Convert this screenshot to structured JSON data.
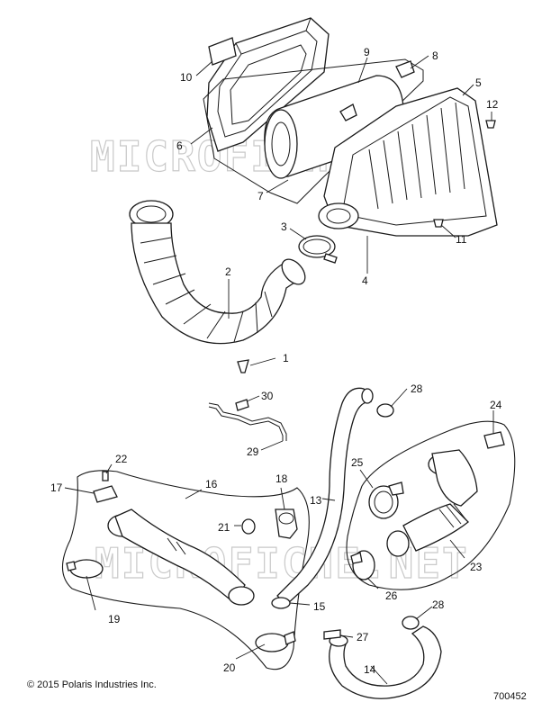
{
  "watermark": "MICROFICHE.NET",
  "copyright": "© 2015 Polaris Industries Inc.",
  "diagram_number": "700452",
  "callouts": {
    "c1": "1",
    "c2": "2",
    "c3": "3",
    "c4": "4",
    "c5": "5",
    "c6": "6",
    "c7": "7",
    "c8": "8",
    "c9": "9",
    "c10": "10",
    "c11": "11",
    "c12": "12",
    "c13": "13",
    "c14": "14",
    "c15": "15",
    "c16": "16",
    "c17": "17",
    "c18": "18",
    "c19": "19",
    "c20": "20",
    "c21": "21",
    "c22": "22",
    "c23": "23",
    "c24": "24",
    "c25": "25",
    "c26": "26",
    "c27": "27",
    "c28a": "28",
    "c28b": "28",
    "c29": "29",
    "c30": "30"
  }
}
